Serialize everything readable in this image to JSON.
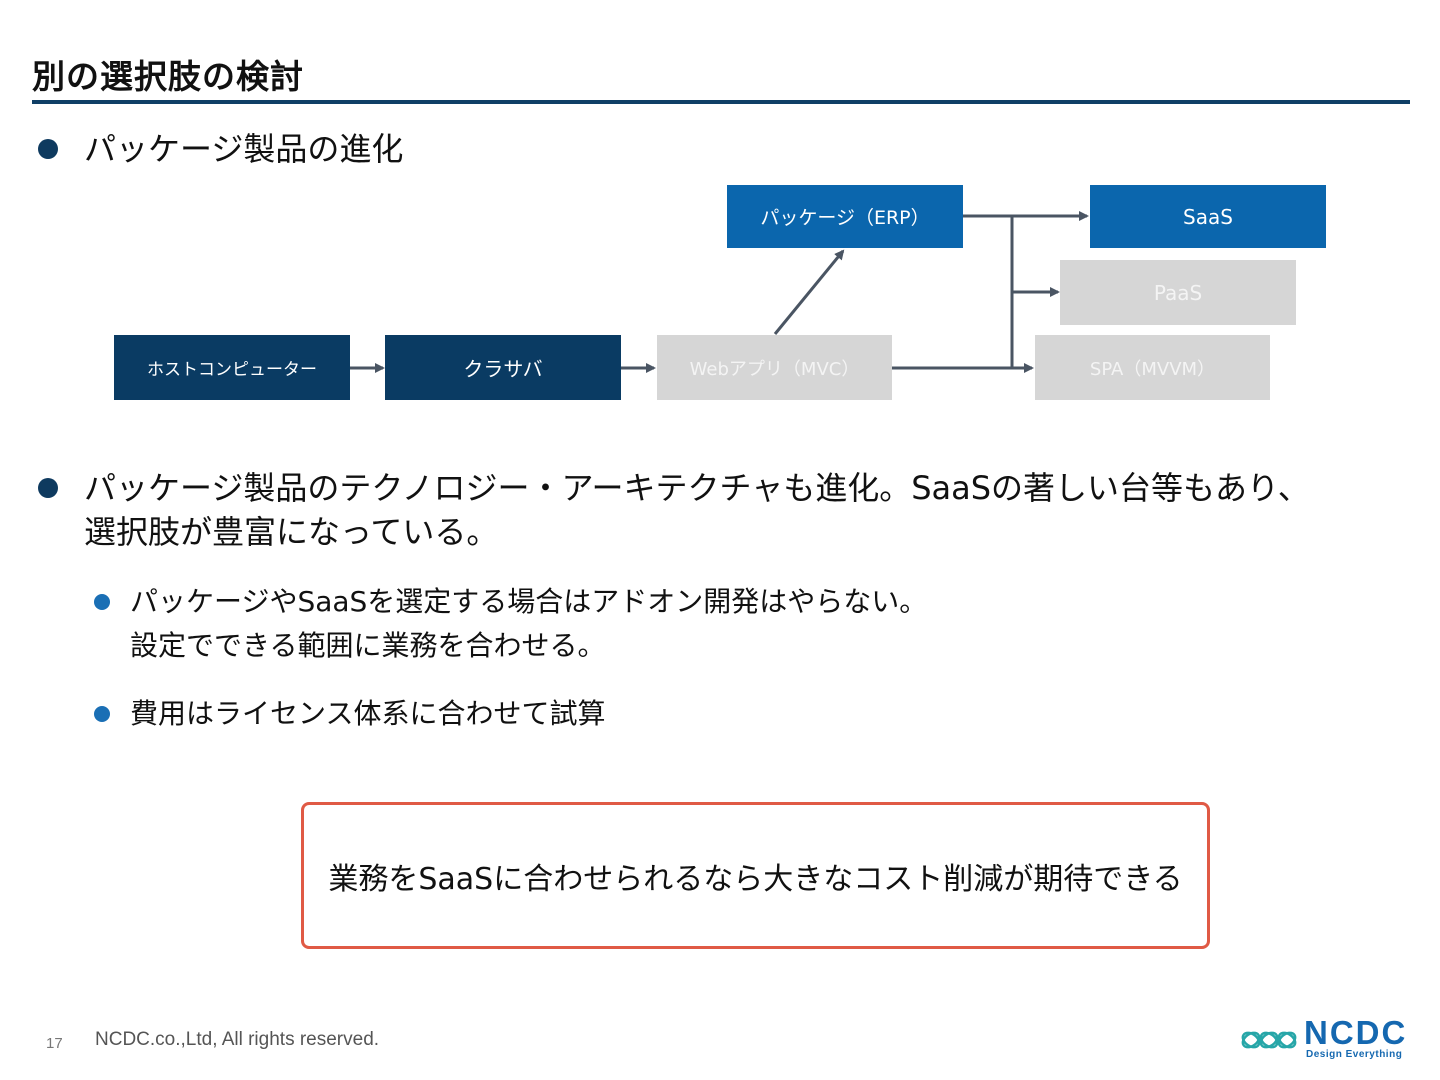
{
  "slide": {
    "title": "別の選択肢の検討",
    "page_number": "17",
    "copyright": "NCDC.co.,Ltd, All rights reserved."
  },
  "bullets": {
    "b1": "パッケージ製品の進化",
    "b2": "パッケージ製品のテクノロジー・アーキテクチャも進化。SaaSの著しい台等もあり、\n選択肢が豊富になっている。",
    "b2_sub1": "パッケージやSaaSを選定する場合はアドオン開発はやらない。\n設定でできる範囲に業務を合わせる。",
    "b2_sub2": "費用はライセンス体系に合わせて試算"
  },
  "diagram": {
    "host": "ホストコンピューター",
    "clisvr": "クラサバ",
    "webapp": "Webアプリ（MVC）",
    "erp": "パッケージ（ERP）",
    "saas": "SaaS",
    "paas": "PaaS",
    "spa": "SPA（MVVM）"
  },
  "callout": {
    "text": "業務をSaaSに合わせられるなら大きなコスト削減が期待できる"
  },
  "logo": {
    "wordmark": "NCDC",
    "tagline": "Design Everything"
  },
  "colors": {
    "title_rule": "#0f3f66",
    "navy": "#0a3b63",
    "blue": "#0b66ad",
    "grey": "#d6d6d6",
    "callout_border": "#e05a45"
  }
}
